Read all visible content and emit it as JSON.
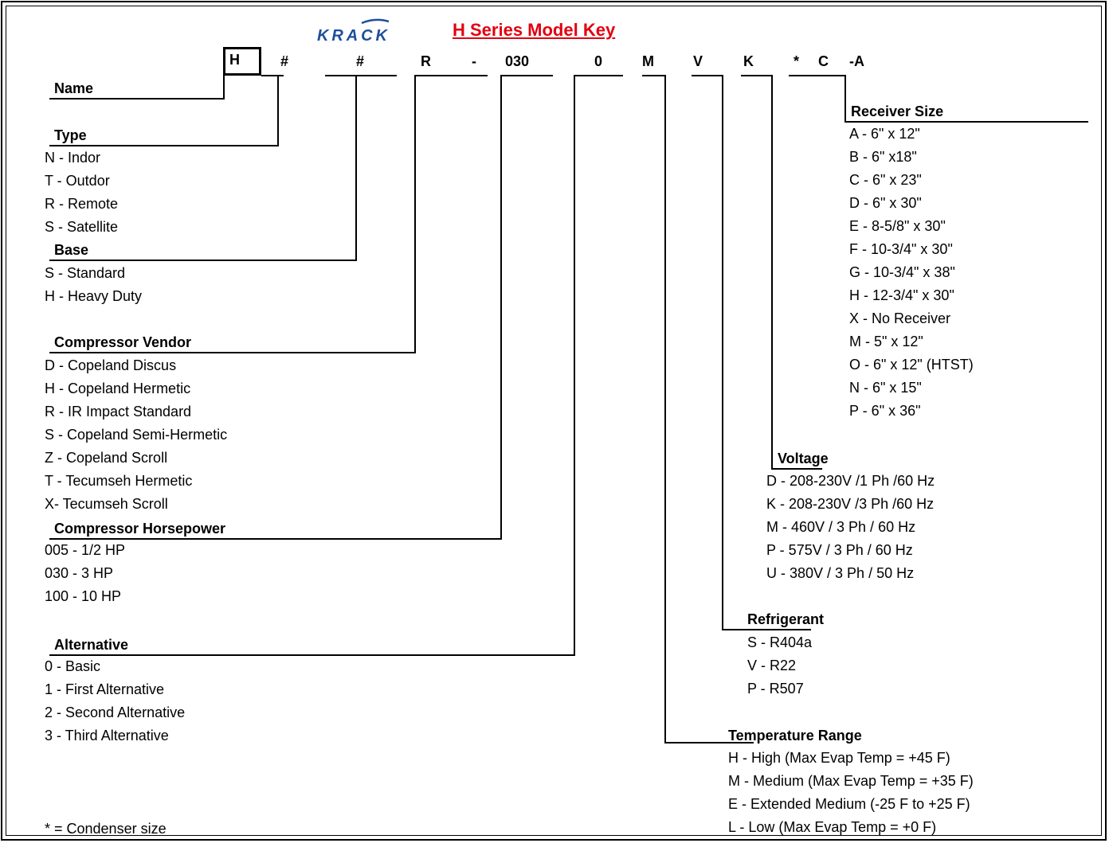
{
  "logo_text": "KRACK",
  "title": "H Series Model Key",
  "colors": {
    "title": "#e2000f",
    "logo": "#1f4e9a"
  },
  "codes": [
    "H",
    "#",
    "#",
    "R",
    "-",
    "030",
    "0",
    "M",
    "V",
    "K",
    "*",
    "C",
    "-A"
  ],
  "name": {
    "label": "Name"
  },
  "type": {
    "label": "Type",
    "items": [
      "N - Indor",
      "T - Outdor",
      "R - Remote",
      "S - Satellite"
    ]
  },
  "base": {
    "label": "Base",
    "items": [
      "S - Standard",
      "H - Heavy Duty"
    ]
  },
  "compressor_vendor": {
    "label": "Compressor Vendor",
    "items": [
      "D - Copeland Discus",
      "H - Copeland Hermetic",
      "R - IR Impact Standard",
      "S - Copeland Semi-Hermetic",
      "Z - Copeland Scroll",
      "T - Tecumseh Hermetic",
      "X- Tecumseh Scroll"
    ]
  },
  "compressor_horsepower": {
    "label": "Compressor Horsepower",
    "items": [
      "005 - 1/2 HP",
      "030 - 3 HP",
      "100 - 10 HP"
    ]
  },
  "alternative": {
    "label": "Alternative",
    "items": [
      "0 - Basic",
      "1 - First Alternative",
      "2 - Second Alternative",
      "3 - Third Alternative"
    ]
  },
  "footnote": "* = Condenser size",
  "receiver_size": {
    "label": "Receiver Size",
    "items": [
      "A - 6\" x 12\"",
      "B - 6\" x18\"",
      "C - 6\" x 23\"",
      "D - 6\" x 30\"",
      "E - 8-5/8\" x 30\"",
      "F - 10-3/4\" x 30\"",
      "G - 10-3/4\" x 38\"",
      "H - 12-3/4\" x 30\"",
      "X - No Receiver",
      "M - 5\" x 12\"",
      "O - 6\" x 12\" (HTST)",
      "N - 6\" x 15\"",
      "P - 6\" x 36\""
    ]
  },
  "voltage": {
    "label": "Voltage",
    "items": [
      "D - 208-230V /1 Ph /60 Hz",
      "K - 208-230V /3 Ph /60 Hz",
      "M - 460V / 3 Ph / 60 Hz",
      "P - 575V / 3 Ph / 60 Hz",
      "U - 380V / 3 Ph / 50 Hz"
    ]
  },
  "refrigerant": {
    "label": "Refrigerant",
    "items": [
      "S - R404a",
      "V - R22",
      "P - R507"
    ]
  },
  "temperature_range": {
    "label": "Temperature Range",
    "items": [
      "H - High (Max Evap Temp = +45 F)",
      "M - Medium (Max Evap Temp = +35 F)",
      "E - Extended Medium (-25 F to +25 F)",
      "L - Low (Max Evap Temp = +0 F)"
    ]
  }
}
